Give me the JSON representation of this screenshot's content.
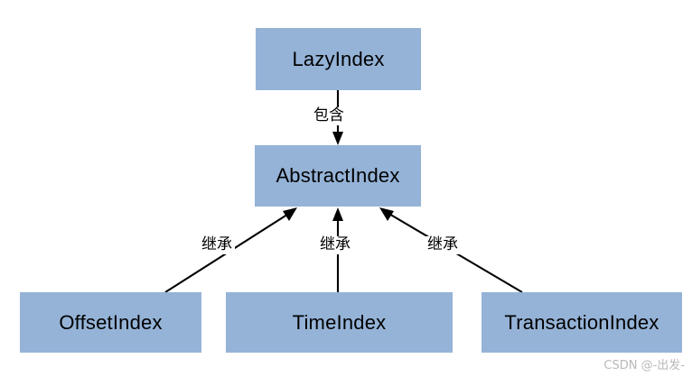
{
  "diagram": {
    "type": "class-hierarchy",
    "background_color": "#ffffff",
    "node_fill_color": "#95b3d7",
    "edge_color": "#000000",
    "nodes": [
      {
        "id": "lazy-index",
        "label": "LazyIndex"
      },
      {
        "id": "abstract-index",
        "label": "AbstractIndex"
      },
      {
        "id": "offset-index",
        "label": "OffsetIndex"
      },
      {
        "id": "time-index",
        "label": "TimeIndex"
      },
      {
        "id": "transaction-index",
        "label": "TransactionIndex"
      }
    ],
    "edges": [
      {
        "id": "contains",
        "from": "lazy-index",
        "to": "abstract-index",
        "label": "包含",
        "direction": "down"
      },
      {
        "id": "inherit-offset",
        "from": "offset-index",
        "to": "abstract-index",
        "label": "继承",
        "direction": "up-right"
      },
      {
        "id": "inherit-time",
        "from": "time-index",
        "to": "abstract-index",
        "label": "继承",
        "direction": "up"
      },
      {
        "id": "inherit-transaction",
        "from": "transaction-index",
        "to": "abstract-index",
        "label": "继承",
        "direction": "up-left"
      }
    ]
  },
  "watermark": {
    "text": "CSDN @-出发-",
    "color": "#b9b9b9"
  }
}
